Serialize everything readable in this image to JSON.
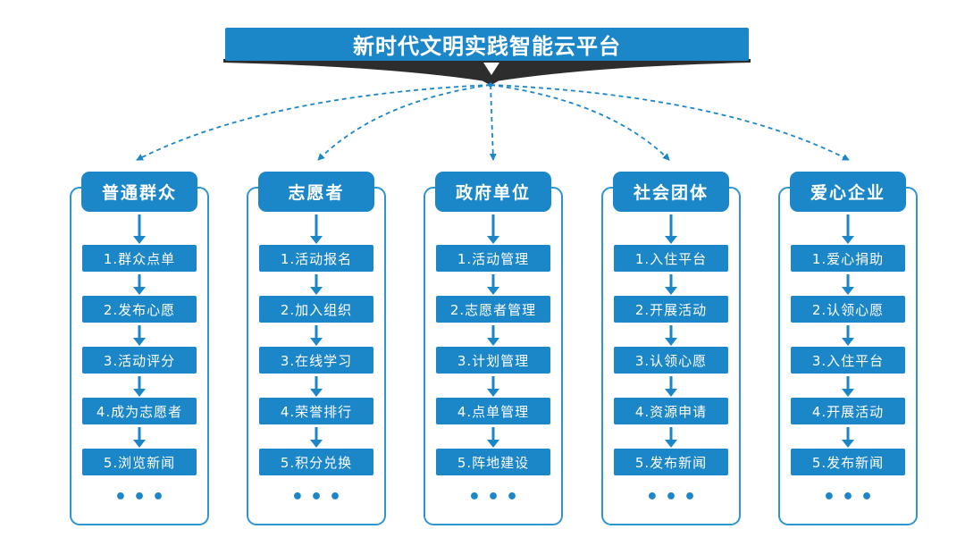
{
  "title": {
    "text": "新时代文明实践智能云平台"
  },
  "columns": [
    {
      "header": "普通群众",
      "items": [
        "1.群众点单",
        "2.发布心愿",
        "3.活动评分",
        "4.成为志愿者",
        "5.浏览新闻"
      ]
    },
    {
      "header": "志愿者",
      "items": [
        "1.活动报名",
        "2.加入组织",
        "3.在线学习",
        "4.荣誉排行",
        "5.积分兑换"
      ]
    },
    {
      "header": "政府单位",
      "items": [
        "1.活动管理",
        "2.志愿者管理",
        "3.计划管理",
        "4.点单管理",
        "5.阵地建设"
      ]
    },
    {
      "header": "社会团体",
      "items": [
        "1.入住平台",
        "2.开展活动",
        "3.认领心愿",
        "4.资源申请",
        "5.发布新闻"
      ]
    },
    {
      "header": "爱心企业",
      "items": [
        "1.爱心捐助",
        "2.认领心愿",
        "3.入住平台",
        "4.开展活动",
        "5.发布新闻"
      ]
    }
  ],
  "ellipsis": "•••",
  "colors": {
    "primary": "#1b86c8",
    "outline": "#2e95d0",
    "wedge": "#2d2d2d",
    "background": "#ffffff"
  }
}
